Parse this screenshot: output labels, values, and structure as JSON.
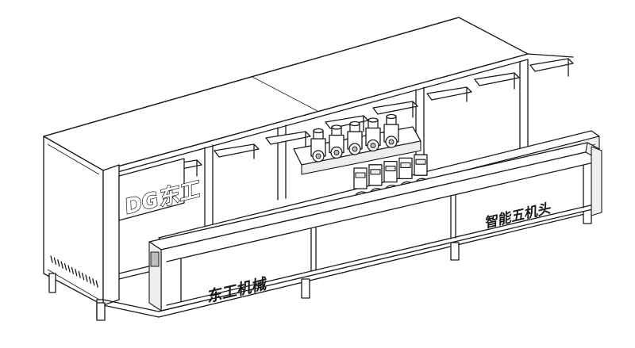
{
  "drawing": {
    "brand_logo_text": "DG东工",
    "front_panel_left_text": "东工机械",
    "front_panel_right_text": "智能五机头",
    "vent_slot_count": 14,
    "head_count": 5
  }
}
